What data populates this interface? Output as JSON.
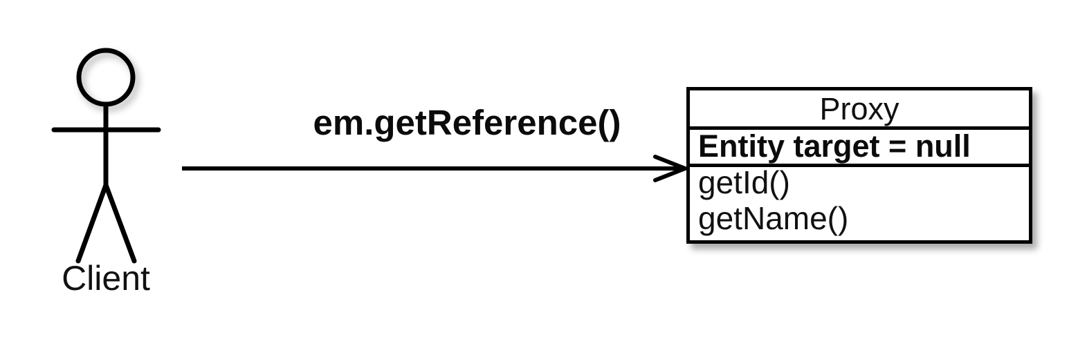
{
  "diagram": {
    "kind": "uml-interaction-diagram",
    "background_color": "#ffffff",
    "stroke_color": "#000000"
  },
  "actor": {
    "name": "client-actor",
    "label": "Client",
    "icon": "stick-figure-actor-icon"
  },
  "edge": {
    "name": "get-reference-call",
    "label": "em.getReference()",
    "arrow_style": "open-arrowhead",
    "direction": "client-to-proxy"
  },
  "class_box": {
    "title": "Proxy",
    "attributes": [
      "Entity target = null"
    ],
    "operations": [
      "getId()",
      "getName()"
    ]
  }
}
